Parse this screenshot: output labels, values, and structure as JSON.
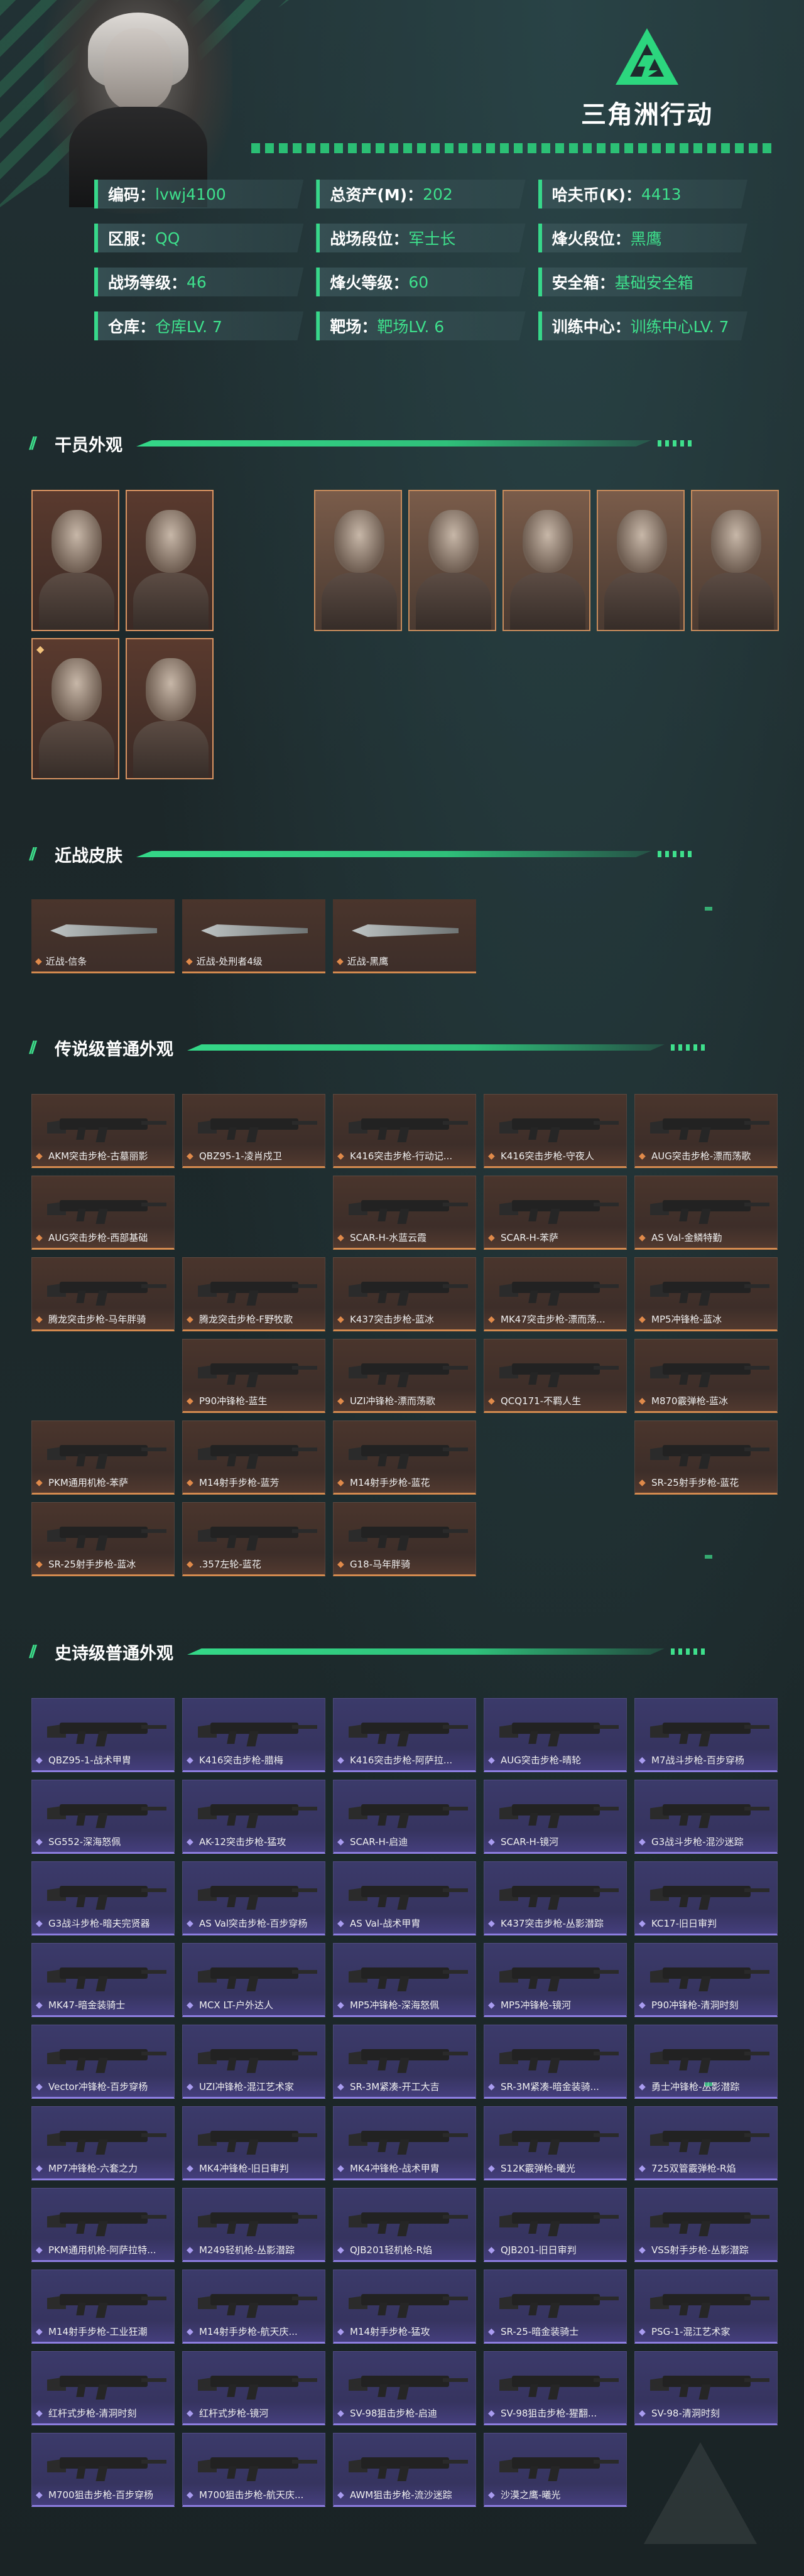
{
  "logo": {
    "title": "三角洲行动",
    "icon": "delta-logo-icon",
    "accent": "#2cd67e"
  },
  "stats": [
    [
      {
        "k": "编码：",
        "v": "lvwj4100"
      },
      {
        "k": "总资产(M)：",
        "v": "202"
      },
      {
        "k": "哈夫币(K)：",
        "v": "4413"
      }
    ],
    [
      {
        "k": "区服：",
        "v": "QQ"
      },
      {
        "k": "战场段位：",
        "v": "军士长"
      },
      {
        "k": "烽火段位：",
        "v": "黑鹰"
      }
    ],
    [
      {
        "k": "战场等级：",
        "v": "46"
      },
      {
        "k": "烽火等级：",
        "v": "60"
      },
      {
        "k": "安全箱：",
        "v": "基础安全箱"
      }
    ],
    [
      {
        "k": "仓库：",
        "v": "仓库LV. 7"
      },
      {
        "k": "靶场：",
        "v": "靶场LV. 6"
      },
      {
        "k": "训练中心：",
        "v": "训练中心LV. 7"
      }
    ]
  ],
  "sections": {
    "operators": "干员外观",
    "melee": "近战皮肤",
    "legendary": "传说级普通外观",
    "epic": "史诗级普通外观"
  },
  "operators": [
    {
      "name": "operator-1"
    },
    {
      "name": "operator-2"
    },
    {
      "name": "operator-3"
    },
    {
      "name": "operator-4"
    },
    {
      "name": "operator-5"
    },
    {
      "name": "operator-6"
    },
    {
      "name": "operator-7"
    },
    {
      "name": "operator-8"
    },
    {
      "name": "operator-9"
    }
  ],
  "melee": [
    "近战-信条",
    "近战-处刑者4级",
    "近战-黑鹰"
  ],
  "legendary": [
    [
      "AKM突击步枪-古墓丽影",
      "QBZ95-1-凌肖戍卫",
      "K416突击步枪-行动记...",
      "K416突击步枪-守夜人",
      "AUG突击步枪-漂而荡歌"
    ],
    [
      "AUG突击步枪-西部基础",
      "",
      "SCAR-H-水蓝云霞",
      "SCAR-H-苯萨",
      "AS Val-金鳞特勤"
    ],
    [
      "腾龙突击步枪-马年胖骑",
      "腾龙突击步枪-F野牧歌",
      "K437突击步枪-蓝冰",
      "MK47突击步枪-漂而荡...",
      "MP5冲锋枪-蓝冰"
    ],
    [
      "",
      "P90冲锋枪-蓝生",
      "UZI冲锋枪-漂而荡歌",
      "QCQ171-不羁人生",
      "M870霰弹枪-蓝冰"
    ],
    [
      "PKM通用机枪-苯萨",
      "M14射手步枪-蓝芳",
      "M14射手步枪-蓝花",
      "",
      "SR-25射手步枪-蓝花"
    ],
    [
      "SR-25射手步枪-蓝冰",
      ".357左轮-蓝花",
      "G18-马年胖骑",
      "",
      ""
    ]
  ],
  "epic": [
    [
      "QBZ95-1-战术甲胄",
      "K416突击步枪-腊梅",
      "K416突击步枪-阿萨拉...",
      "AUG突击步枪-晴轮",
      "M7战斗步枪-百步穿杨"
    ],
    [
      "SG552-深海怒佩",
      "AK-12突击步枪-猛攻",
      "SCAR-H-启迪",
      "SCAR-H-镜河",
      "G3战斗步枪-混沙迷踪"
    ],
    [
      "G3战斗步枪-暗夫完贤器",
      "AS Val突击步枪-百步穿杨",
      "AS Val-战术甲胄",
      "K437突击步枪-丛影潜踪",
      "KC17-旧日审判"
    ],
    [
      "MK47-暗金装骑士",
      "MCX LT-户外达人",
      "MP5冲锋枪-深海怒佩",
      "MP5冲锋枪-镜河",
      "P90冲锋枪-清洞时刻"
    ],
    [
      "Vector冲锋枪-百步穿杨",
      "UZI冲锋枪-混江艺术家",
      "SR-3M紧凑-开工大吉",
      "SR-3M紧凑-暗金装骑...",
      "勇士冲锋枪-丛影潜踪"
    ],
    [
      "MP7冲锋枪-六套之力",
      "MK4冲锋枪-旧日审判",
      "MK4冲锋枪-战术甲胄",
      "S12K霰弹枪-曦光",
      "725双管霰弹枪-R焰"
    ],
    [
      "PKM通用机枪-阿萨拉特...",
      "M249轻机枪-丛影潜踪",
      "QJB201轻机枪-R焰",
      "QJB201-旧日审判",
      "VSS射手步枪-丛影潜踪"
    ],
    [
      "M14射手步枪-工业狂潮",
      "M14射手步枪-航天庆...",
      "M14射手步枪-猛攻",
      "SR-25-暗金装骑士",
      "PSG-1-混江艺术家"
    ],
    [
      "红杆式步枪-清洞时刻",
      "红杆式步枪-镜河",
      "SV-98狙击步枪-启迪",
      "SV-98狙击步枪-猩翻...",
      "SV-98-清洞时刻"
    ],
    [
      "M700狙击步枪-百步穿杨",
      "M700狙击步枪-航天庆...",
      "AWM狙击步枪-流沙迷踪",
      "沙漠之鹰-曦光",
      ""
    ]
  ]
}
